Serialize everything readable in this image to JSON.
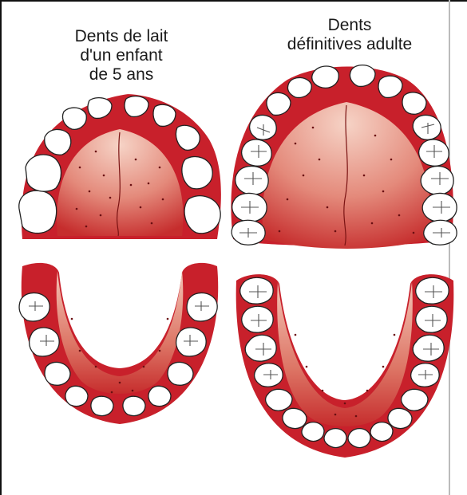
{
  "labels": {
    "child": [
      "Dents de lait",
      "d'un enfant",
      "de 5 ans"
    ],
    "adult": [
      "Dents",
      "définitives adulte"
    ]
  },
  "colors": {
    "gum": "#c8202b",
    "palate_light": "#f4c6b8",
    "palate_dark": "#c73a3a",
    "tooth": "#ffffff",
    "outline": "#222222",
    "speckle": "#6a0f12"
  }
}
